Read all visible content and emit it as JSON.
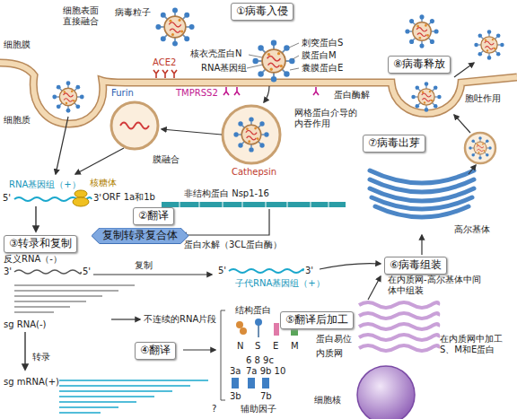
{
  "diagram": {
    "nodes": [
      {
        "text": [
          "①病毒入侵"
        ]
      },
      {
        "text": [
          "⑧病毒释放"
        ]
      },
      {
        "text": [
          "⑦病毒出芽"
        ]
      },
      {
        "text": [
          "②翻译"
        ]
      },
      {
        "text": [
          "复制转录复合体"
        ]
      },
      {
        "text": [
          "③转录和复制"
        ]
      },
      {
        "text": [
          "⑥病毒组装"
        ]
      },
      {
        "text": [
          "⑤翻译后加工"
        ]
      },
      {
        "text": [
          "④翻译"
        ]
      }
    ],
    "labels": [
      "病毒粒子",
      "细胞表面直接融合",
      "细胞膜",
      "核衣壳蛋白N",
      "ACE2",
      "刺突蛋白S",
      "膜蛋白M",
      "RNA基因组",
      "囊膜蛋白E",
      "Furin",
      "TMPRSS2",
      "蛋白酶解",
      "细胞质",
      "网格蛋白介导的内吞作用",
      "Cathepsin",
      "膜融合",
      "胞吐作用",
      "RNA基因组（+）",
      "核糖体",
      "5'",
      "3'",
      "ORF 1a和1b",
      "非结构蛋白 Nsp1-16",
      "蛋白水解（3CL蛋白酶）",
      "反义RNA（-）",
      "3'",
      "5'",
      "复制",
      "5'",
      "3'",
      "子代RNA基因组（+）",
      "高尔基体",
      "在内质网-高尔基体中间体中组装",
      "sg RNA(-)",
      "不连续的RNA片段",
      "转录",
      "sg mRNA(+)",
      "结构蛋白",
      "N",
      "S",
      "E",
      "M",
      "蛋白易位",
      "内质网",
      "在内质网中加工S、M和E蛋白",
      "6 8 9c",
      "3a",
      "7a 9b 10",
      "3b",
      "7b",
      "辅助因子",
      "细胞核",
      "?"
    ]
  }
}
